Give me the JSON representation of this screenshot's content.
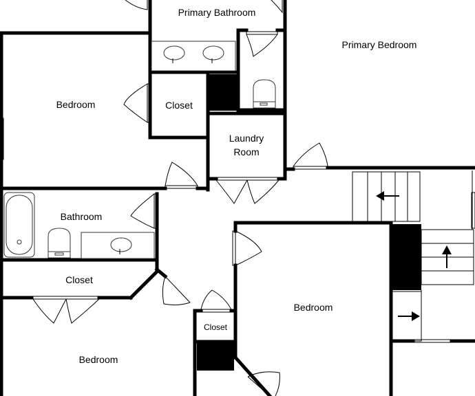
{
  "rooms": {
    "primary_bathroom": "Primary Bathroom",
    "primary_bedroom": "Primary Bedroom",
    "bedroom_left": "Bedroom",
    "closet_upper": "Closet",
    "laundry_line1": "Laundry",
    "laundry_line2": "Room",
    "bathroom": "Bathroom",
    "closet_left": "Closet",
    "bedroom_center": "Bedroom",
    "closet_small": "Closet",
    "bedroom_bottom": "Bedroom"
  },
  "colors": {
    "wall": "#000000",
    "background": "#ffffff",
    "fixture_stroke": "#333333"
  },
  "icons": [
    "stair-arrow-left-icon",
    "stair-arrow-up-icon",
    "stair-arrow-right-icon"
  ]
}
